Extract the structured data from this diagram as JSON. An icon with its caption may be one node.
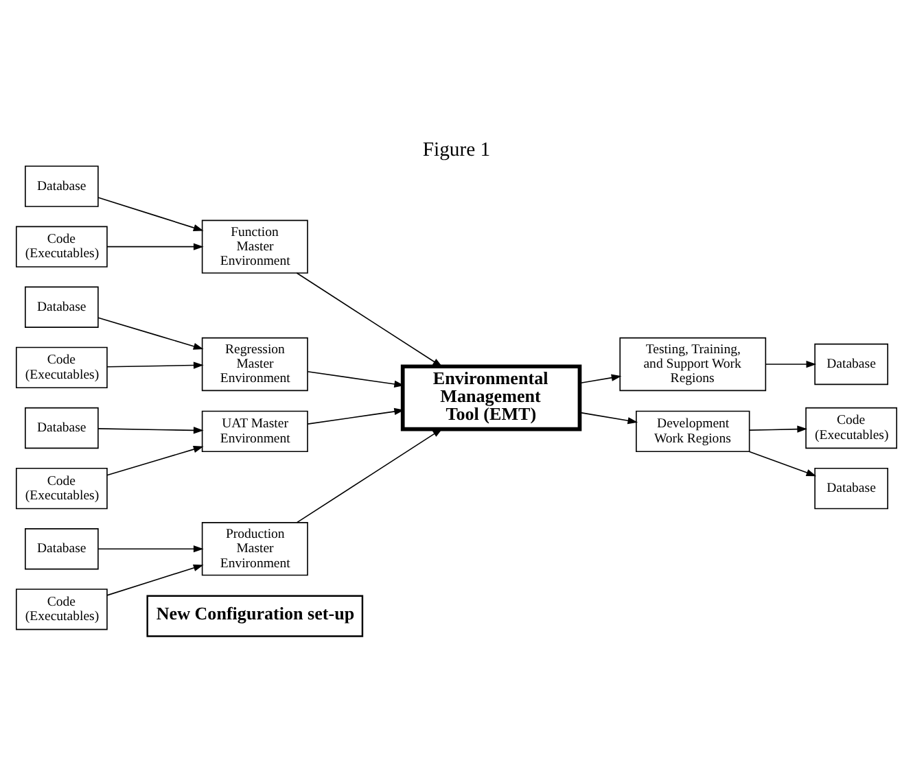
{
  "diagram": {
    "title": "Figure 1",
    "nodes": [
      {
        "text": [
          "New Configuration set-up"
        ]
      },
      {
        "text": [
          "Database"
        ]
      },
      {
        "text": [
          "Code (Executables)"
        ]
      },
      {
        "text": [
          "Function Master Environment"
        ]
      },
      {
        "text": [
          "Database"
        ]
      },
      {
        "text": [
          "Code (Executables)"
        ]
      },
      {
        "text": [
          "Regression Master Environment"
        ]
      },
      {
        "text": [
          "Database"
        ]
      },
      {
        "text": [
          "Code (Executables)"
        ]
      },
      {
        "text": [
          "UAT Master Environment"
        ]
      },
      {
        "text": [
          "Database"
        ]
      },
      {
        "text": [
          "Code (Executables)"
        ]
      },
      {
        "text": [
          "Production Master Environment"
        ]
      },
      {
        "text": [
          "Environmental Management Tool (EMT)"
        ]
      },
      {
        "text": [
          "Database"
        ]
      },
      {
        "text": [
          "Testing, Training, and Support Work Regions"
        ]
      },
      {
        "text": [
          "Development Work Regions"
        ]
      },
      {
        "text": [
          "Code (Executables)"
        ]
      },
      {
        "text": [
          "Database"
        ]
      }
    ],
    "edges": [
      {
        "from": 1,
        "to": 3,
        "arrow": "to"
      },
      {
        "from": 2,
        "to": 3,
        "arrow": "to"
      },
      {
        "from": 3,
        "to": 13,
        "arrow": "to"
      },
      {
        "from": 4,
        "to": 6,
        "arrow": "to"
      },
      {
        "from": 5,
        "to": 6,
        "arrow": "to"
      },
      {
        "from": 6,
        "to": 13,
        "arrow": "to"
      },
      {
        "from": 7,
        "to": 9,
        "arrow": "to"
      },
      {
        "from": 8,
        "to": 9,
        "arrow": "to"
      },
      {
        "from": 9,
        "to": 13,
        "arrow": "to"
      },
      {
        "from": 10,
        "to": 12,
        "arrow": "to"
      },
      {
        "from": 11,
        "to": 12,
        "arrow": "to"
      },
      {
        "from": 12,
        "to": 13,
        "arrow": "to"
      },
      {
        "from": 13,
        "to": 15,
        "arrow": "to"
      },
      {
        "from": 15,
        "to": 14,
        "arrow": "to"
      },
      {
        "from": 13,
        "to": 16,
        "arrow": "to"
      },
      {
        "from": 16,
        "to": 17,
        "arrow": "to"
      },
      {
        "from": 16,
        "to": 18,
        "arrow": "to"
      }
    ]
  }
}
